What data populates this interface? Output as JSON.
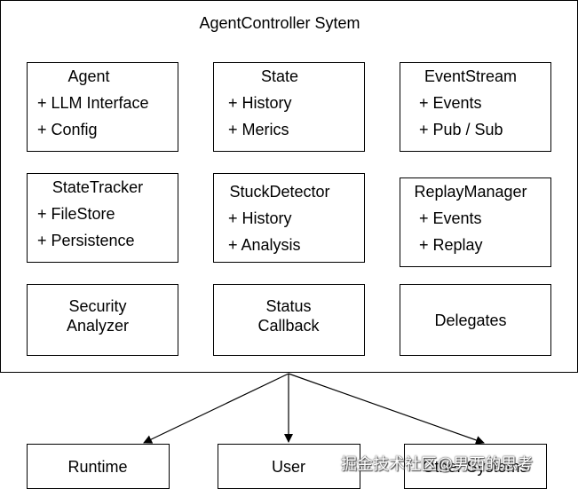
{
  "system": {
    "title": "AgentController Sytem"
  },
  "components": {
    "agent": {
      "title": "Agent",
      "items": [
        "+ LLM Interface",
        "+ Config"
      ]
    },
    "state": {
      "title": "State",
      "items": [
        "+ History",
        "+ Merics"
      ]
    },
    "event_stream": {
      "title": "EventStream",
      "items": [
        "+ Events",
        "+ Pub / Sub"
      ]
    },
    "state_tracker": {
      "title": "StateTracker",
      "items": [
        "+ FileStore",
        "+ Persistence"
      ]
    },
    "stuck_detector": {
      "title": "StuckDetector",
      "items": [
        "+ History",
        "+ Analysis"
      ]
    },
    "replay_manager": {
      "title": "ReplayManager",
      "items": [
        "+ Events",
        "+ Replay"
      ]
    },
    "security_analyzer": {
      "lines": [
        "Security",
        "Analyzer"
      ]
    },
    "status_callback": {
      "lines": [
        "Status",
        "Callback"
      ]
    },
    "delegates": {
      "title": "Delegates"
    }
  },
  "external": {
    "runtime": {
      "title": "Runtime"
    },
    "user": {
      "title": "User"
    },
    "other_systems": {
      "title": "Other Systems"
    }
  },
  "watermark": "掘金技术社区@男西的思考"
}
